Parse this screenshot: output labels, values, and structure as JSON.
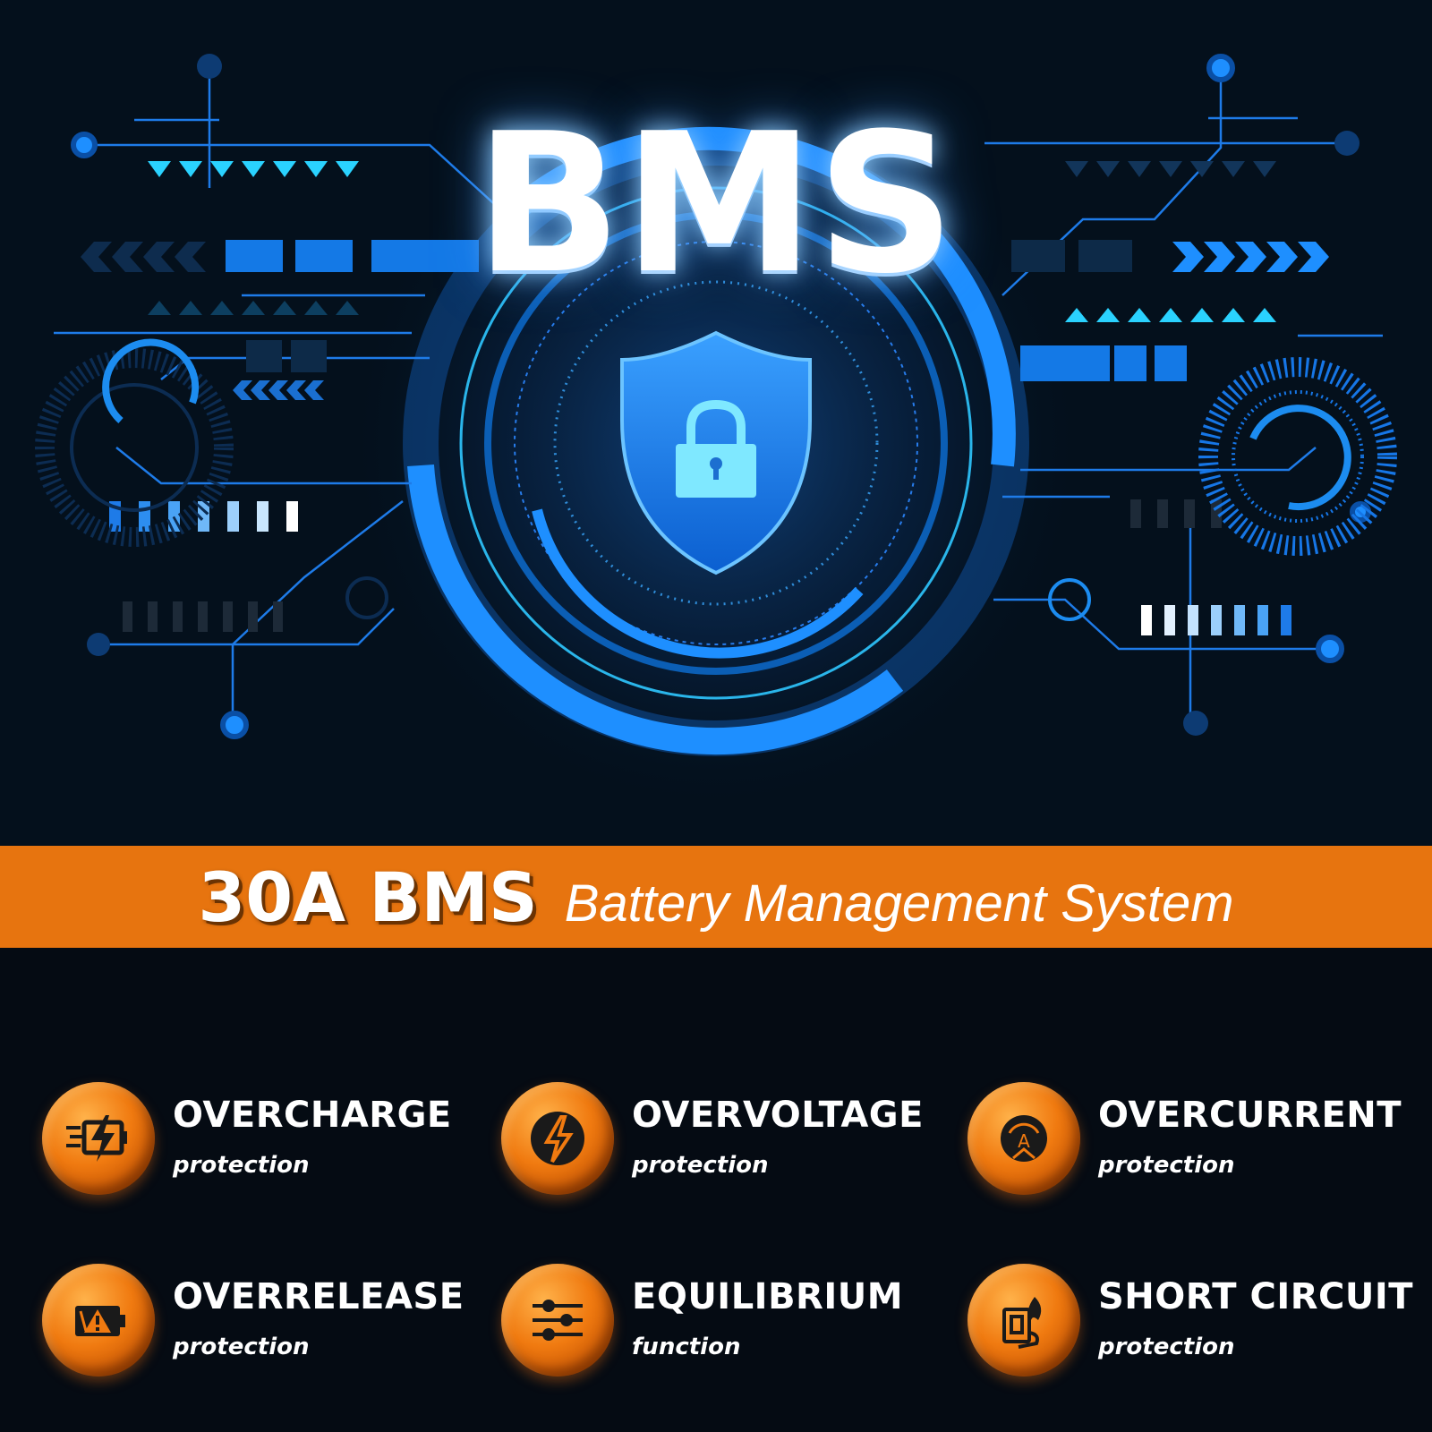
{
  "hero": {
    "title": "BMS"
  },
  "band": {
    "main": "30A BMS",
    "sub": "Battery Management System"
  },
  "colors": {
    "accent_orange": "#e7740f",
    "hero_blue": "#1b8fff",
    "background": "#050b13"
  },
  "features": [
    {
      "title": "OVERCHARGE",
      "subtitle": "protection",
      "icon": "battery-lightning-icon"
    },
    {
      "title": "OVERVOLTAGE",
      "subtitle": "protection",
      "icon": "lightning-circle-icon"
    },
    {
      "title": "OVERCURRENT",
      "subtitle": "protection",
      "icon": "ampere-meter-icon"
    },
    {
      "title": "OVERRELEASE",
      "subtitle": "protection",
      "icon": "battery-warning-icon"
    },
    {
      "title": "EQUILIBRIUM",
      "subtitle": "function",
      "icon": "sliders-icon"
    },
    {
      "title": "SHORT CIRCUIT",
      "subtitle": "protection",
      "icon": "outlet-fire-icon"
    }
  ]
}
